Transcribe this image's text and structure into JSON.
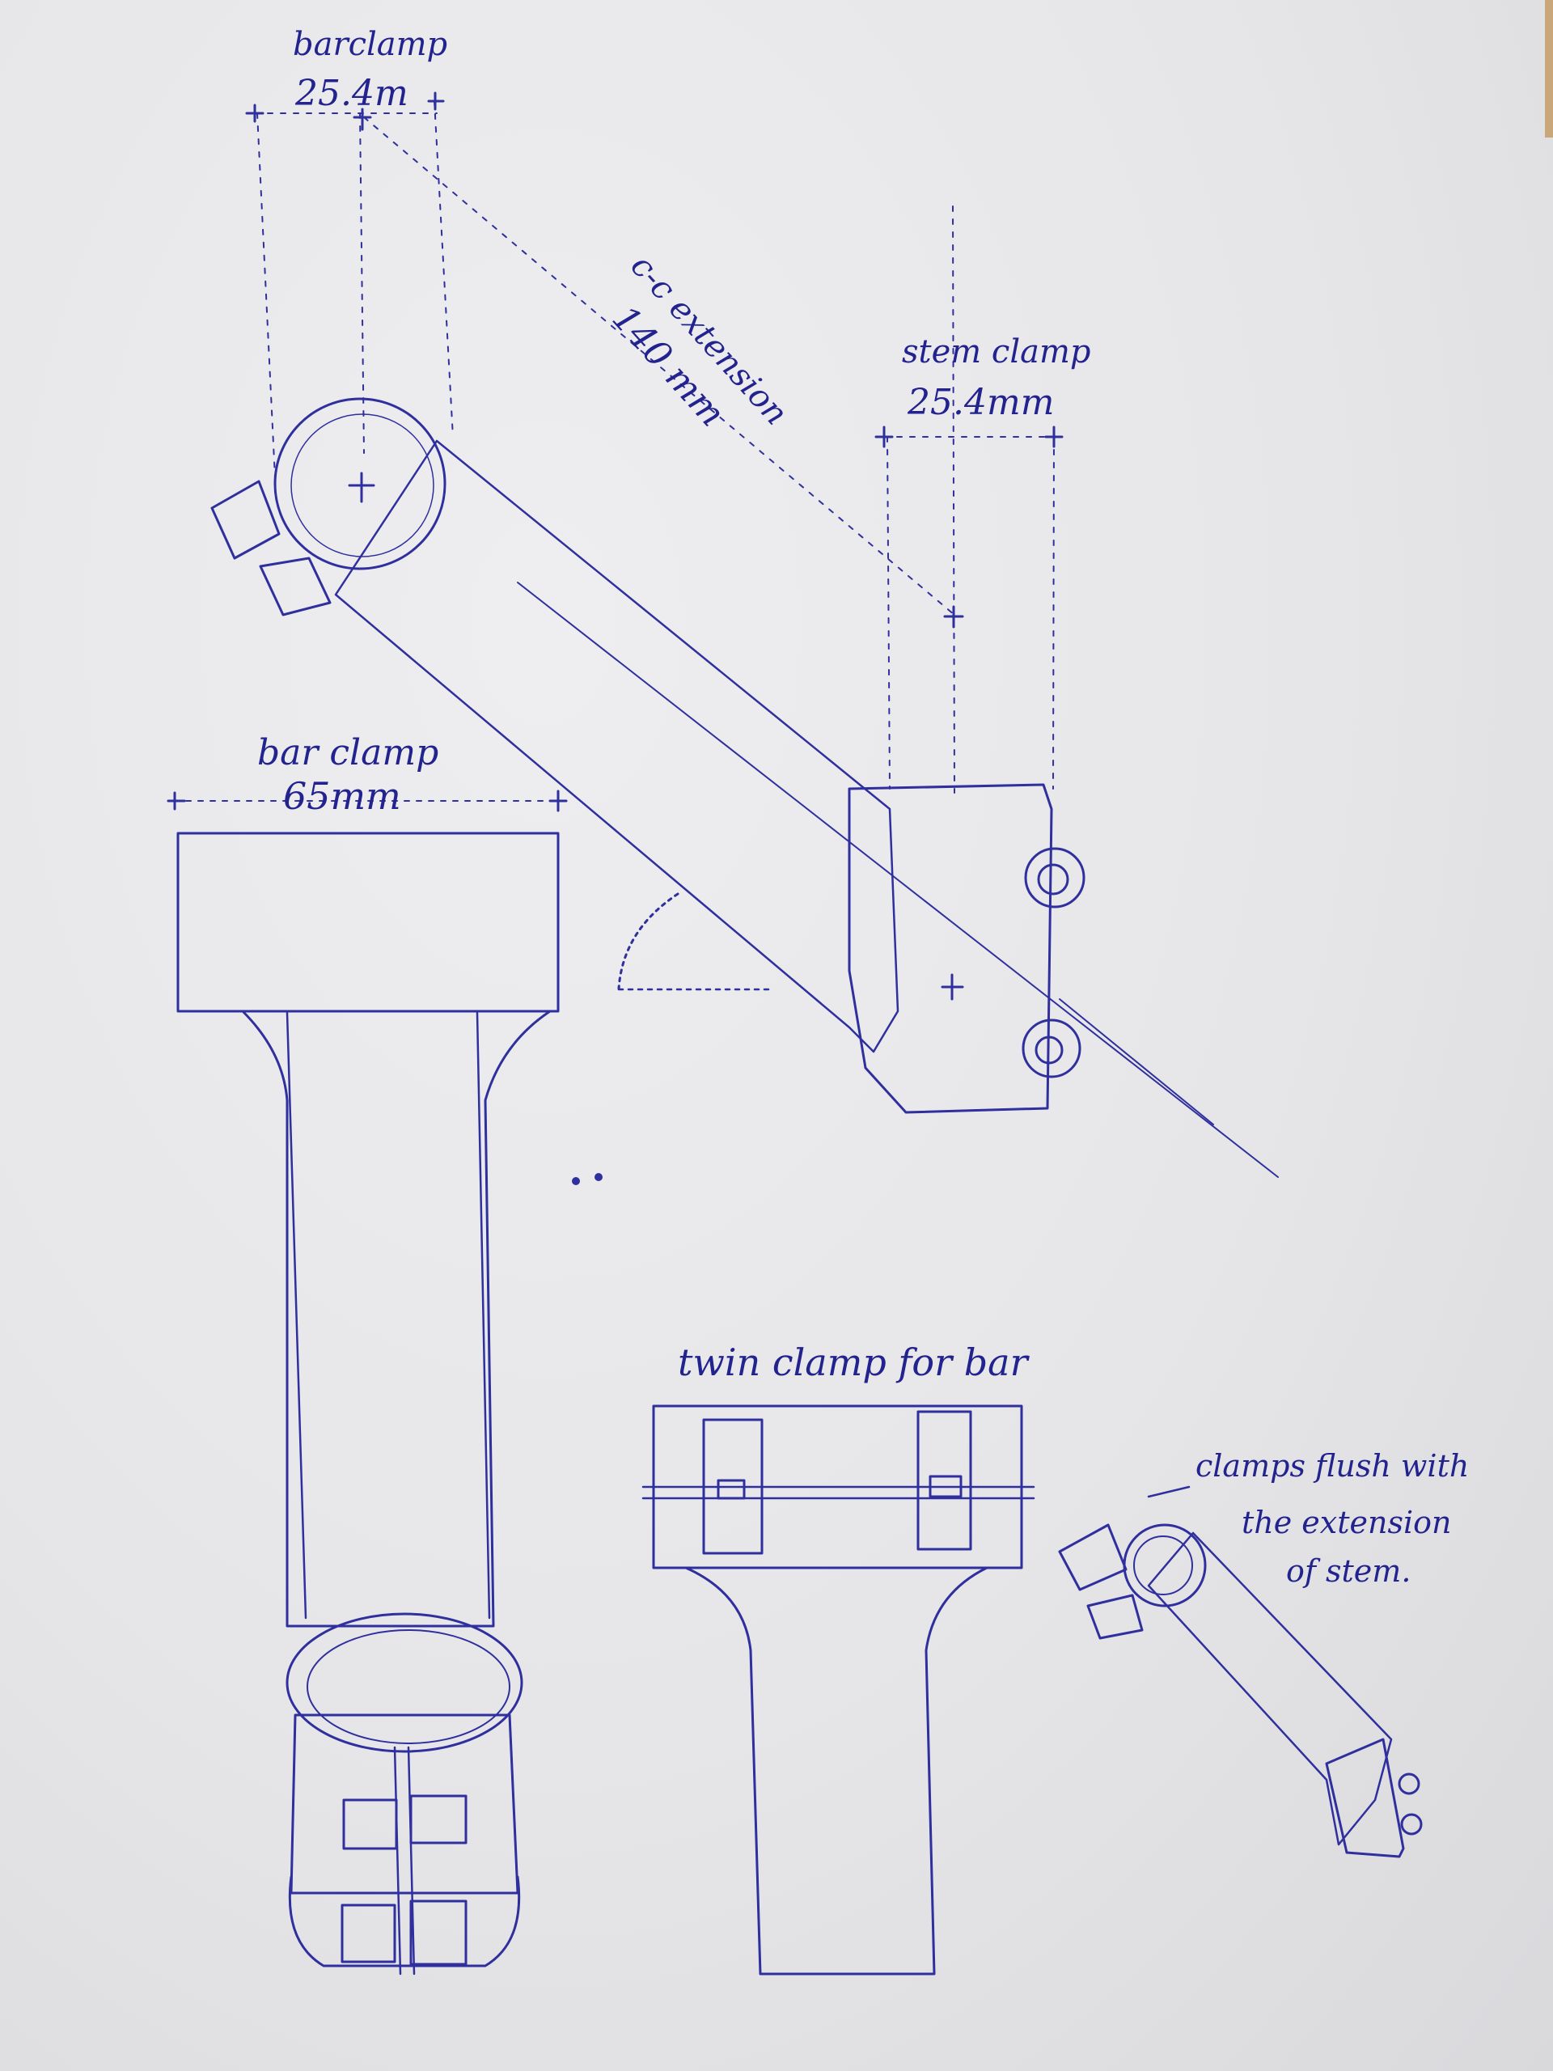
{
  "labels": {
    "barclamp_top": "barclamp",
    "barclamp_top_dim": "25.4m",
    "extension": "c-c extension",
    "extension_dim": "140 mm",
    "stem_clamp": "stem clamp",
    "stem_clamp_dim": "25.4mm",
    "bar_clamp_width": "bar clamp",
    "bar_clamp_width_dim": "65mm",
    "twin_clamp": "twin clamp for bar",
    "note_line1": "clamps flush with",
    "note_line2": "the extension",
    "note_line3": "of stem."
  },
  "colors": {
    "ink": "#2f2f9e",
    "paper": "#e6e6e8"
  }
}
